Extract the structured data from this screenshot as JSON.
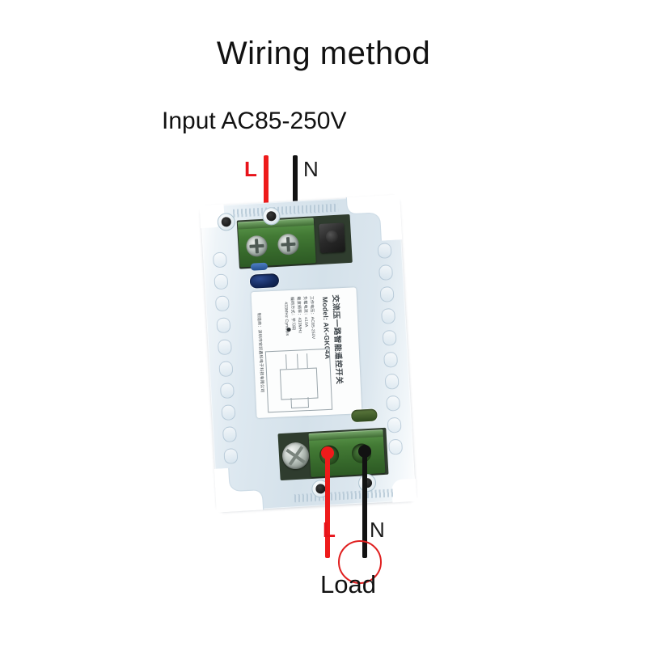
{
  "page": {
    "title": "Wiring method",
    "background": "#ffffff"
  },
  "input_section": {
    "label": "Input AC85-250V",
    "live_wire": {
      "letter": "L",
      "color": "#ee1b1b",
      "role": "live"
    },
    "neutral_wire": {
      "letter": "N",
      "color": "#121212",
      "role": "neutral"
    }
  },
  "output_section": {
    "label": "Load",
    "live_wire": {
      "letter": "L",
      "color": "#ee1b1b",
      "role": "live"
    },
    "neutral_wire": {
      "letter": "N",
      "color": "#121212",
      "role": "neutral"
    },
    "symbol": "lamp-symbol"
  },
  "device": {
    "kind": "relay-module",
    "case_color": "#d8e4ec",
    "label_sticker": {
      "title_cn": "交流压一路智能遥控开关",
      "model": "Model: AK-GK04A",
      "specs": [
        "工作电压：AC85-250V",
        "负载电流：≤10A",
        "载波频率：433MHz",
        "编码方式：学习码"
      ],
      "manufacturer_cn": "制造商：深圳市安凯鑫科电子科技有限公司",
      "frequency_note": "433MHz  Cymbals"
    },
    "top_terminal": {
      "name": "input-terminal-block",
      "color": "#3a7030",
      "terminals": [
        "L",
        "N"
      ]
    },
    "bottom_terminal": {
      "name": "output-terminal-block",
      "color": "#3a7030",
      "terminals": [
        "L",
        "N"
      ]
    },
    "learn_button": {
      "name": "learn-button",
      "color": "#1b1b1b"
    },
    "indicator_blue": {
      "name": "status-led-blue",
      "color": "#14295c"
    },
    "indicator_green": {
      "name": "component-green",
      "color": "#3f5d28"
    }
  },
  "colors": {
    "live_red": "#ee1b1b",
    "neutral_black": "#121212",
    "terminal_green": "#3a7030",
    "text": "#111111"
  }
}
